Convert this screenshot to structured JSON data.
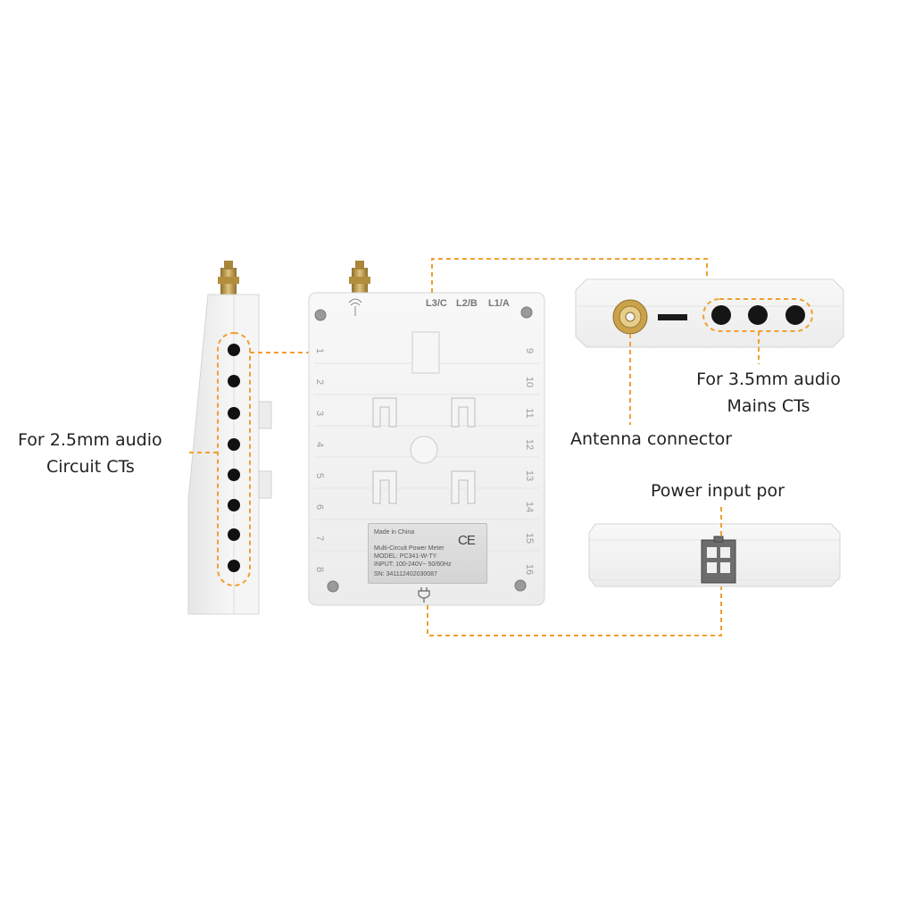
{
  "callouts": {
    "circuit_cts_line1": "For 2.5mm audio",
    "circuit_cts_line2": "Circuit CTs",
    "mains_cts_line1": "For 3.5mm audio",
    "mains_cts_line2": "Mains CTs",
    "antenna": "Antenna connector",
    "power": "Power input por"
  },
  "device": {
    "phases": [
      "L3/C",
      "L2/B",
      "L1/A"
    ],
    "channels_left": [
      "1",
      "2",
      "3",
      "4",
      "5",
      "6",
      "7",
      "8"
    ],
    "channels_right": [
      "9",
      "10",
      "11",
      "12",
      "13",
      "14",
      "15",
      "16"
    ],
    "label": {
      "made_in": "Made in China",
      "product": "Multi-Circuit Power Meter",
      "model": "MODEL: PC341-W-TY",
      "input": "INPUT: 100-240V~ 50/60Hz",
      "sn": "SN: 341112402030087",
      "ce_mark": "CE"
    }
  },
  "colors": {
    "accent_dashed": "#f0a030",
    "housing": "#f1f1f1",
    "housing_shadow": "#d9d9d9",
    "jack": "#111111",
    "brass": "#c9a24a"
  },
  "icons": {
    "antenna_symbol": "antenna-icon",
    "plug_symbol": "plug-icon"
  }
}
